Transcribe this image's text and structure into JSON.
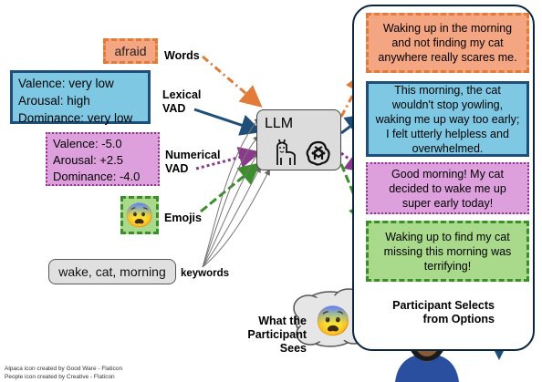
{
  "inputs": {
    "words": {
      "value": "afraid",
      "label": "Words"
    },
    "lexical": {
      "lines": [
        "Valence: very low",
        "Arousal: high",
        "Dominance: very low"
      ],
      "label_line1": "Lexical",
      "label_line2": "VAD"
    },
    "numerical": {
      "lines": [
        "Valence: -5.0",
        "Arousal: +2.5",
        "Dominance: -4.0"
      ],
      "label_line1": "Numerical",
      "label_line2": "VAD"
    },
    "emojis": {
      "value": "😨",
      "label": "Emojis"
    },
    "keywords": {
      "value": "wake, cat, morning",
      "label": "keywords"
    }
  },
  "llm": {
    "label": "LLM",
    "icons": [
      "alpaca-icon",
      "openai-icon"
    ]
  },
  "options": [
    {
      "text": "Waking up in the morning and not finding my cat anywhere really scares me.",
      "color": "#f4a582"
    },
    {
      "text": "This morning, the cat wouldn't stop yowling, waking me up way too early; I felt utterly helpless and overwhelmed.",
      "color": "#7ec8e3"
    },
    {
      "text": "Good morning! My cat decided to wake me up super early today!",
      "color": "#dda0dd"
    },
    {
      "text": "Waking up to find my cat missing this morning was terrifying!",
      "color": "#a9d98a"
    }
  ],
  "participant": {
    "sees_label_line1": "What the",
    "sees_label_line2": "Participant Sees",
    "sees_emoji": "😨",
    "selects_label_line1": "Participant Selects",
    "selects_label_line2": "from Options"
  },
  "credits": {
    "line1": "Alpaca icon created by Good Ware - Flaticon",
    "line2": "People icon created by Creative - Flaticon"
  }
}
